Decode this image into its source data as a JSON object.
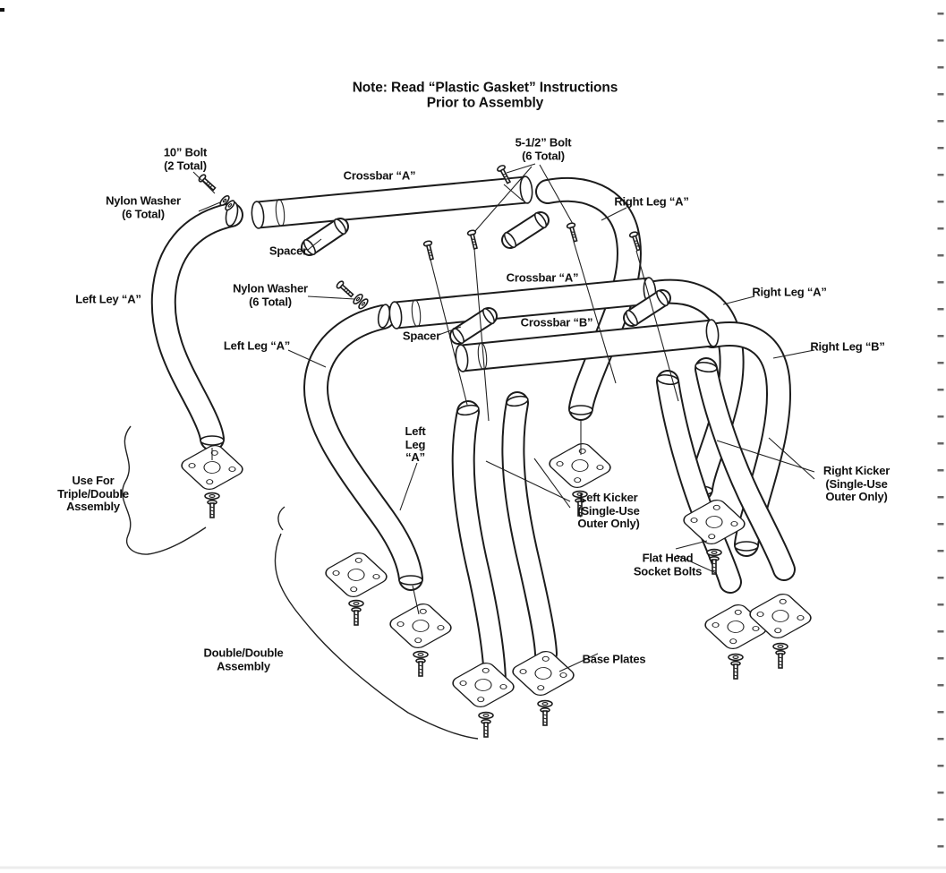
{
  "colors": {
    "ink": "#1c1c1c",
    "paper": "#ffffff"
  },
  "note": "Note: Read “Plastic Gasket” Instructions\nPrior to Assembly",
  "labels": {
    "bolt_10": "10” Bolt\n(2 Total)",
    "bolt_5_5": "5-1/2” Bolt\n(6 Total)",
    "crossbar_a_top": "Crossbar “A”",
    "nylon_washer_top": "Nylon Washer\n(6 Total)",
    "right_leg_a_top": "Right Leg “A”",
    "spacer_top": "Spacer",
    "crossbar_a_mid": "Crossbar “A”",
    "nylon_washer_mid": "Nylon Washer\n(6 Total)",
    "right_leg_a_mid": "Right Leg “A”",
    "left_ley_a": "Left Ley “A”",
    "crossbar_b": "Crossbar “B”",
    "spacer_mid": "Spacer",
    "left_leg_a_mid": "Left Leg “A”",
    "right_leg_b": "Right Leg “B”",
    "left_leg_a_small": "Left\nLeg\n“A”",
    "use_for": "Use For\nTriple/Double\nAssembly",
    "right_kicker": "Right Kicker\n(Single-Use\nOuter Only)",
    "left_kicker": "Left Kicker\n(Single-Use\nOuter Only)",
    "flat_head": "Flat Head\nSocket Bolts",
    "double_double": "Double/Double\nAssembly",
    "base_plates": "Base Plates"
  }
}
